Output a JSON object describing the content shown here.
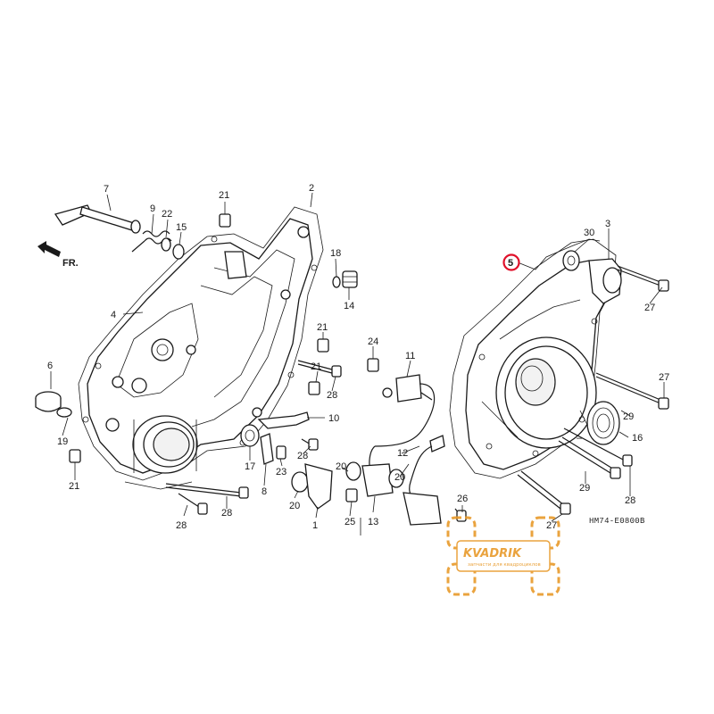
{
  "diagram": {
    "callouts": {
      "c1": "1",
      "c2": "2",
      "c3": "3",
      "c4": "4",
      "c5": "5",
      "c6": "6",
      "c7": "7",
      "c8": "8",
      "c9": "9",
      "c10": "10",
      "c11": "11",
      "c12": "12",
      "c13": "13",
      "c14": "14",
      "c15": "15",
      "c16": "16",
      "c17": "17",
      "c18": "18",
      "c19": "19",
      "c20": "20",
      "c21": "21",
      "c22": "22",
      "c23": "23",
      "c24": "24",
      "c25": "25",
      "c26": "26",
      "c27": "27",
      "c28": "28",
      "c29": "29",
      "c30": "30"
    },
    "front_indicator": "FR.",
    "drawing_code": "HM74-E0800B",
    "highlighted_callout": "5",
    "highlight_color": "#e0102a"
  },
  "watermark": {
    "brand": "KVADRIK",
    "tagline": "запчасти для квадроциклов",
    "color": "#e89a2a"
  }
}
